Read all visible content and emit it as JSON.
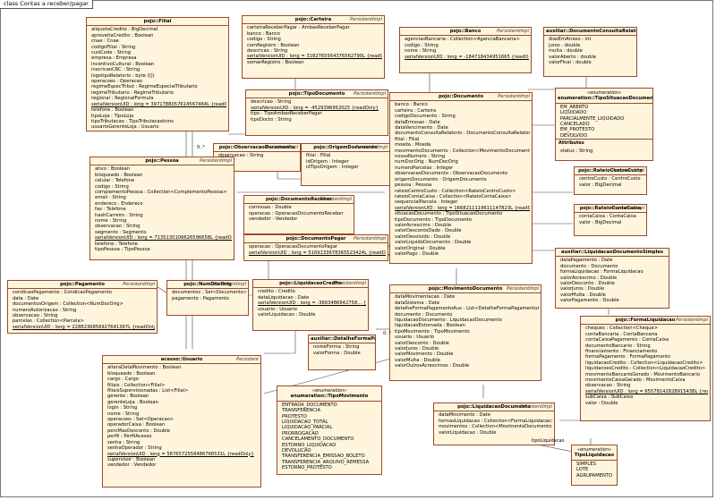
{
  "diagram_title": "class Contas a receber/pagar",
  "classes": {
    "filial": {
      "stereo": "",
      "name": "pojo::Filial",
      "attrs": [
        "aliquotaCredito : BigDecimal",
        "aproveitaCredito : Boolean",
        "cnae : Cnae",
        "codigoFilial : String",
        "cuslCode : String",
        "empresa : Empresa",
        "incentivoCultural : Boolean",
        "inscricaoCRC : String",
        "logotipoRelatorio : byte ([])",
        "operacoes : Operacao",
        "regimeEspecTribut : RegimeEspecialTributario",
        "regimeTributario : RegimeTributario",
        "regional : RegionalFormula",
        "serialVersionUID : long = 3971788057614567464L {readOnly}",
        "telefone : Boolean",
        "tipoLoja : TipoLoja",
        "tipoTributacao : TipoTributacaoIcms",
        "usuarioGerenteLoja : Usuario"
      ]
    },
    "carteira": {
      "stereo": "PersistentImpl",
      "name": "pojo::Carteira",
      "attrs": [
        "carteiraReceberPagar : AmbasReceberPagar",
        "banco : Banco",
        "codigo : String",
        "comRegistro : Boolean",
        "descricao : String",
        "serialVersionUID : long = 3182765564376562790L {readOnly}",
        "somarRegistro : Boolean"
      ]
    },
    "banco": {
      "stereo": "PersistentImpl",
      "name": "pojo::Banco",
      "attrs": [
        "agenciasBancaria : Collection<AgenciaBancaria>",
        "codigo : String",
        "nome : String",
        "serialVersionUID : long = -184718434951665 {readOnly}"
      ]
    },
    "consultaRelatorio": {
      "stereo": "",
      "name": "auxiliar::DocumentoConsultaRelatorio",
      "attrs": [
        "diasEmAtraso : int",
        "juros : double",
        "multa : double",
        "valorAberto : double",
        "valorFinal : double"
      ]
    },
    "situacaoEnum": {
      "stereo": "«enumeration»",
      "name": "enumeration::TipoSituacaoDocumento",
      "literals": [
        "EM_ABERTO",
        "LIQUIDADO",
        "PARCIALMENTE_LIQUIDADO",
        "CANCELADO",
        "EM_PROTESTO",
        "DEVOLVIDO"
      ],
      "section": "Attributes",
      "attrs": [
        "status : String"
      ]
    },
    "tipoDocumento": {
      "stereo": "PersistentImpl",
      "name": "pojo::TipoDocumento",
      "attrs": [
        "descricao : String",
        "serialVersionUID : long = -4529396952025 {readOnly}",
        "tipo : TipoAmbasReceberPagar",
        "tipoDocto : String"
      ]
    },
    "observacao": {
      "stereo": "PersistentImpl",
      "name": "pojo::ObservacaoDocumento",
      "attrs": [
        "observacao : String"
      ]
    },
    "origem": {
      "stereo": "PersistentImpl",
      "name": "pojo::OrigemDocumento",
      "attrs": [
        "filial : Filial",
        "idOrigem : Integer",
        "idTipoOrigem : Integer"
      ]
    },
    "documento": {
      "stereo": "PersistentImpl",
      "name": "pojo::Documento",
      "attrs": [
        "banco : Banco",
        "carteira : Carteira",
        "codigoDocumento : String",
        "dataEmissao : Date",
        "dataVencimento : Date",
        "documentoConsultaRelatorio : DocumentoConsultaRelatorio",
        "filial : Filial",
        "moeda : Moeda",
        "movimentoDocumento : Collection<MovimentoDocumento>",
        "nossoNumero : String",
        "numDocOrig : NumDocOrig",
        "numeroParcelas : Integer",
        "observacaoDocumento : ObservacaoDocumento",
        "origemDocumento : OrigemDocumento",
        "pessoa : Pessoa",
        "rateioCentroCusto : Collection<RateioCentroCusto>",
        "rateioContaCaixa : Collection<RateioContaCaixa>",
        "sequencialParcela : Integer",
        "serialVersionUID : long = 1668211119611147823L {readOnly}",
        "situacaoDocumento : TipoSituacaoDocumento",
        "tipoDocumento : TipoDocumento",
        "valorAcrescimo : Double",
        "valorDescontoDado : Double",
        "valorDevolvido : Double",
        "valorLiquidoDocumento : Double",
        "valorOriginal : Double",
        "valorPago : Double"
      ]
    },
    "pessoa": {
      "stereo": "PersistentImpl",
      "name": "pojo::Pessoa",
      "attrs": [
        "ativo : Boolean",
        "bloqueado : Boolean",
        "celular : Telefone",
        "codigo : String",
        "complementoPessoa : Collection<ComplementoPessoa>",
        "email : String",
        "endereco : Endereco",
        "fax : Telefone",
        "hashCarreiro : String",
        "nome : String",
        "observacao : String",
        "segmento : Segmento",
        "serialVersionUID : long = 7135130106626596658L {readOnly}",
        "telefone : Telefone",
        "tipoPessoa : TipoPessoa"
      ]
    },
    "documentoReceber": {
      "stereo": "PersistentImpl",
      "name": "pojo::DocumentoReceber",
      "attrs": [
        "comissao : Double",
        "operacao : OperacaoDocumentoReceber",
        "vendedor : Vendedor"
      ]
    },
    "documentoPagar": {
      "stereo": "PersistentImpl",
      "name": "pojo::DocumentoPagar",
      "attrs": [
        "operacao : OperacaoDocumentoPagar",
        "serialVersionUID : long = 5169133678365523424L {readOnly}"
      ]
    },
    "rateioCentro": {
      "stereo": "PersistentImpl",
      "name": "pojo::RateioCentroCusto",
      "attrs": [
        "centroCusto : CentroCusto",
        "valor : BigDecimal"
      ]
    },
    "rateioConta": {
      "stereo": "PersistentImpl",
      "name": "pojo::RateioContaCaixa",
      "attrs": [
        "contaCaixa : ContaCaixa",
        "valor : BigDecimal"
      ]
    },
    "liquidacaoSimples": {
      "stereo": "",
      "name": "auxiliar::LiquidacaoDocumentoSimples",
      "attrs": [
        "dataPagamento : Date",
        "documento : Documento",
        "formaLiquidacao : FormaLiquidacao",
        "valorAcrescimo : Double",
        "valorDesconto : Double",
        "valorJuros : Double",
        "valorMulta : Double",
        "valorPagamento : Double"
      ]
    },
    "pagamento": {
      "stereo": "PersistentImpl",
      "name": "pojo::Pagamento",
      "attrs": [
        "condicaoPagamento : CondicaoPagamento",
        "data : Date",
        "documentosOrigem : Collection<NumDocOrig>",
        "numeroAutorizacao : String",
        "observacao : String",
        "parcelas : Collection<Parcela>",
        "serialVersionUID : long = 2288236856927641367L {readOnly}"
      ]
    },
    "numDocOrig": {
      "stereo": "PersistentImpl",
      "name": "pojo::NumDocOrig",
      "attrs": [
        "documentos : Set<Documento>",
        "pagamento : Pagamento"
      ]
    },
    "liquidacaoCredito": {
      "stereo": "PersistentImpl",
      "name": "pojo::LiquidacaoCredito",
      "attrs": [
        "credito : Credito",
        "dataLiquidacao : Date",
        "serialVersionUID : long = -3663486642758... {readOnly}",
        "usuario : Usuario",
        "valorLiquidacao : Double"
      ]
    },
    "movimento": {
      "stereo": "PersistentImpl",
      "name": "pojo::MovimentoDocumento",
      "attrs": [
        "dataMovimentacao : Date",
        "dataSistema : Date",
        "detalheFormaPagamentoAux : List<DetalheFormaPagamentoAux>",
        "documento : Documento",
        "liquidacaoDocumento : LiquidacaoDocumento",
        "liquidacaoEstornada : Boolean",
        "tipoMovimento : TipoMovimento",
        "usuario : Usuario",
        "valorDesconto : Double",
        "valorJuros : Double",
        "valorMovimento : Double",
        "valorMulta : Double",
        "valorOutrosAcrescimos : Double"
      ]
    },
    "formaLiquidacao": {
      "stereo": "PersistentImpl",
      "name": "pojo::FormaLiquidacao",
      "attrs": [
        "cheques : Collection<Cheque>",
        "contaBancaria : ContaBancaria",
        "contaCaixaPagamento : ContaCaixa",
        "documentoBancario : String",
        "financiamento : Financiamento",
        "formaPagamento : FormaPagamento",
        "liquidacaoCredito : Collection<LiquidacaoCredito>",
        "liquidacoesCredito : Collection<LiquidacaoCredito>",
        "movimentoBancarioGerado : MovimentoBancario",
        "movimentoCaixaGerado : MovimentoCaixa",
        "observacao : String",
        "serialVersionUID : long = 65578142828915438L {readOnly}",
        "subCaixa : SubCaixa",
        "valor : Double"
      ]
    },
    "detalheForma": {
      "stereo": "",
      "name": "auxiliar::DetalheFormaPagamentoAux",
      "attrs": [
        "nomeForma : String",
        "valorForma : Double"
      ]
    },
    "usuario": {
      "stereo": "Persistent",
      "name": "acesso::Usuario",
      "attrs": [
        "alteraDataMovimento : Boolean",
        "bloqueado : Boolean",
        "cargo : Cargo",
        "filiais : Collection<Filial>",
        "filiaisSupervisionadas : List<Filial>",
        "gerente : Boolean",
        "gerenteLoja : Boolean",
        "login : String",
        "nome : String",
        "operacoes : Set<Operacao>",
        "operadorCaixa : Boolean",
        "percMaxDesconto : Double",
        "perfil : PerfilAcesso",
        "senha : String",
        "senhaOperador : String",
        "serialVersionUID : long = 5876572558486766531L {readOnly}",
        "supervisor : Boolean",
        "vendedor : Vendedor"
      ]
    },
    "tipoMovimento": {
      "stereo": "«enumeration»",
      "name": "enumeration::TipoMovimento",
      "literals": [
        "ENTRADA_DOCUMENTO",
        "TRANSFERENCIA",
        "PROTESTO",
        "LIQUIDACAO_TOTAL",
        "LIQUIDACAO_PARCIAL",
        "PRORROGACAO",
        "CANCELAMENTO_DOCUMENTO",
        "ESTORNO_LIQUIDACAO",
        "DEVOLUCAO",
        "TRANSFERENCIA_EMISSAO_BOLETO",
        "TRANSFERENCIA_ARQUIVO_REMESSA",
        "ESTORNO_PROTESTO"
      ]
    },
    "liquidacaoDocumento": {
      "stereo": "PersistentImpl",
      "name": "pojo::LiquidacaoDocumento",
      "attrs": [
        "dataMovimento : Date",
        "formasLiquidacao : Collection<FormaLiquidacao>",
        "movimentos : Collection<MovimentoDocumento>",
        "valorLiquidacao : Double"
      ]
    },
    "tipoLiquidacao": {
      "stereo": "«enumeration»",
      "name": "TipoLiquidacao",
      "literals": [
        "SIMPLES",
        "LOTE",
        "AGRUPAMENTO"
      ]
    }
  },
  "labels": {
    "mult_many": "0..*",
    "mult_one": "0..*",
    "tipo_liquidacao_role": "tipoLiquidacao"
  }
}
